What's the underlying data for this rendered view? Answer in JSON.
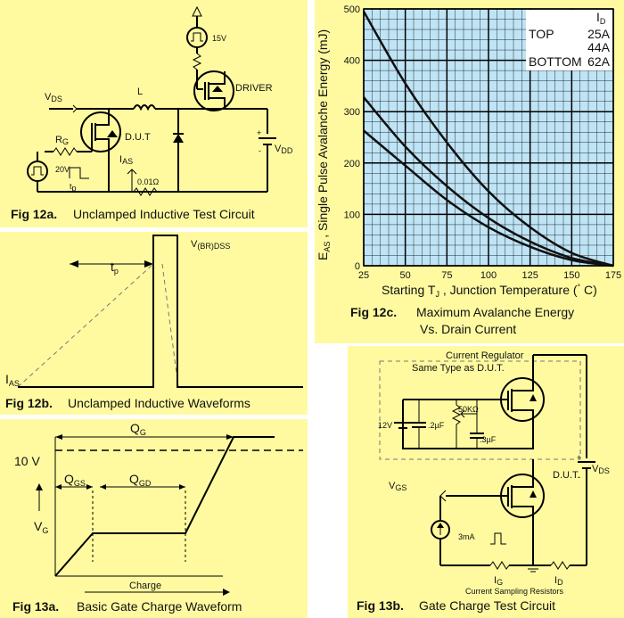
{
  "fig12a": {
    "title": "Fig 12a.",
    "caption": "Unclamped Inductive Test Circuit",
    "labels": {
      "vds": "V",
      "vds_sub": "DS",
      "l": "L",
      "rg": "R",
      "rg_sub": "G",
      "dut": "D.U.T",
      "v20": "20V",
      "tp": "t",
      "tp_sub": "p",
      "ias": "I",
      "ias_sub": "AS",
      "res": "0.01Ω",
      "v15": "15V",
      "driver": "DRIVER",
      "vdd": "V",
      "vdd_sub": "DD",
      "plus": "+",
      "minus": "-"
    }
  },
  "fig12b": {
    "title": "Fig 12b.",
    "caption": "Unclamped Inductive Waveforms",
    "labels": {
      "vbr": "V",
      "vbr_sub": "(BR)DSS",
      "tp": "t",
      "tp_sub": "p",
      "ias": "I",
      "ias_sub": "AS"
    }
  },
  "fig13a": {
    "title": "Fig 13a.",
    "caption": "Basic Gate Charge Waveform",
    "labels": {
      "qg": "Q",
      "qg_sub": "G",
      "ten_v": "10 V",
      "qgs": "Q",
      "qgs_sub": "GS",
      "qgd": "Q",
      "qgd_sub": "GD",
      "vg": "V",
      "vg_sub": "G",
      "charge": "Charge"
    }
  },
  "fig12c": {
    "title": "Fig 12c.",
    "caption_line1": "Maximum Avalanche Energy",
    "caption_line2": "Vs. Drain Current",
    "legend": {
      "header": "I",
      "header_sub": "D",
      "rows": [
        {
          "label": "TOP",
          "value": "25A"
        },
        {
          "label": "",
          "value": "44A"
        },
        {
          "label": "BOTTOM",
          "value": "62A"
        }
      ]
    },
    "xlabel": "Starting T",
    "xlabel_sub": "J",
    "xlabel_rest": " , Junction Temperature (",
    "xlabel_unit": "°",
    "xlabel_end": " C)",
    "ylabel": "E",
    "ylabel_sub": "AS",
    "ylabel_rest": " , Single Pulse Avalanche Energy (mJ)"
  },
  "chart_data": {
    "type": "line",
    "title": "Maximum Avalanche Energy Vs. Drain Current",
    "xlabel": "Starting TJ , Junction Temperature (° C)",
    "ylabel": "EAS , Single Pulse Avalanche Energy (mJ)",
    "xlim": [
      25,
      175
    ],
    "ylim": [
      0,
      500
    ],
    "xticks": [
      25,
      50,
      75,
      100,
      125,
      150,
      175
    ],
    "yticks": [
      0,
      100,
      200,
      300,
      400,
      500
    ],
    "grid": true,
    "background": "#bfe4f6",
    "x": [
      25,
      50,
      75,
      100,
      125,
      150,
      175
    ],
    "series": [
      {
        "name": "25A",
        "values": [
          495,
          355,
          240,
          145,
          75,
          25,
          0
        ]
      },
      {
        "name": "44A",
        "values": [
          328,
          232,
          155,
          93,
          47,
          15,
          0
        ]
      },
      {
        "name": "62A",
        "values": [
          263,
          195,
          128,
          75,
          37,
          11,
          0
        ]
      }
    ]
  },
  "fig13b": {
    "title": "Fig 13b.",
    "caption": "Gate Charge Test Circuit",
    "labels": {
      "reg1": "Current Regulator",
      "reg2": "Same Type as D.U.T.",
      "v12": "12V",
      "c2": ".2µF",
      "pot": "50KΩ",
      "c3": ".3µF",
      "dut": "D.U.T.",
      "vds": "V",
      "vds_sub": "DS",
      "vgs": "V",
      "vgs_sub": "GS",
      "ma": "3mA",
      "ig": "I",
      "ig_sub": "G",
      "id": "I",
      "id_sub": "D",
      "csr": "Current Sampling Resistors",
      "plus": "+",
      "minus": "-"
    }
  }
}
